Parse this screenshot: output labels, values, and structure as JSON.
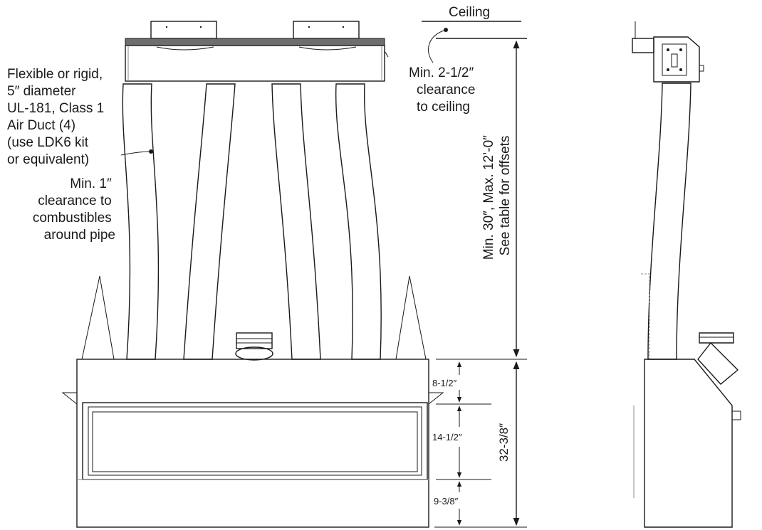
{
  "labels": {
    "ceiling": "Ceiling",
    "min_clearance_ceiling": [
      "Min. 2-1/2″",
      "clearance",
      "to ceiling"
    ],
    "duct_description": [
      "Flexible or rigid,",
      "5″ diameter",
      "UL-181, Class 1",
      "Air Duct (4)",
      "(use LDK6 kit",
      "or equivalent)"
    ],
    "combustibles_clearance": [
      "Min. 1″",
      "clearance to",
      "combustibles",
      "around pipe"
    ],
    "vertical_range": [
      "Min. 30″, Max. 12’-0″",
      "See table for offsets"
    ],
    "dim_top": "8-1/2″",
    "dim_middle": "14-1/2″",
    "dim_bottom": "9-3/8″",
    "dim_total": "32-3/8″"
  }
}
